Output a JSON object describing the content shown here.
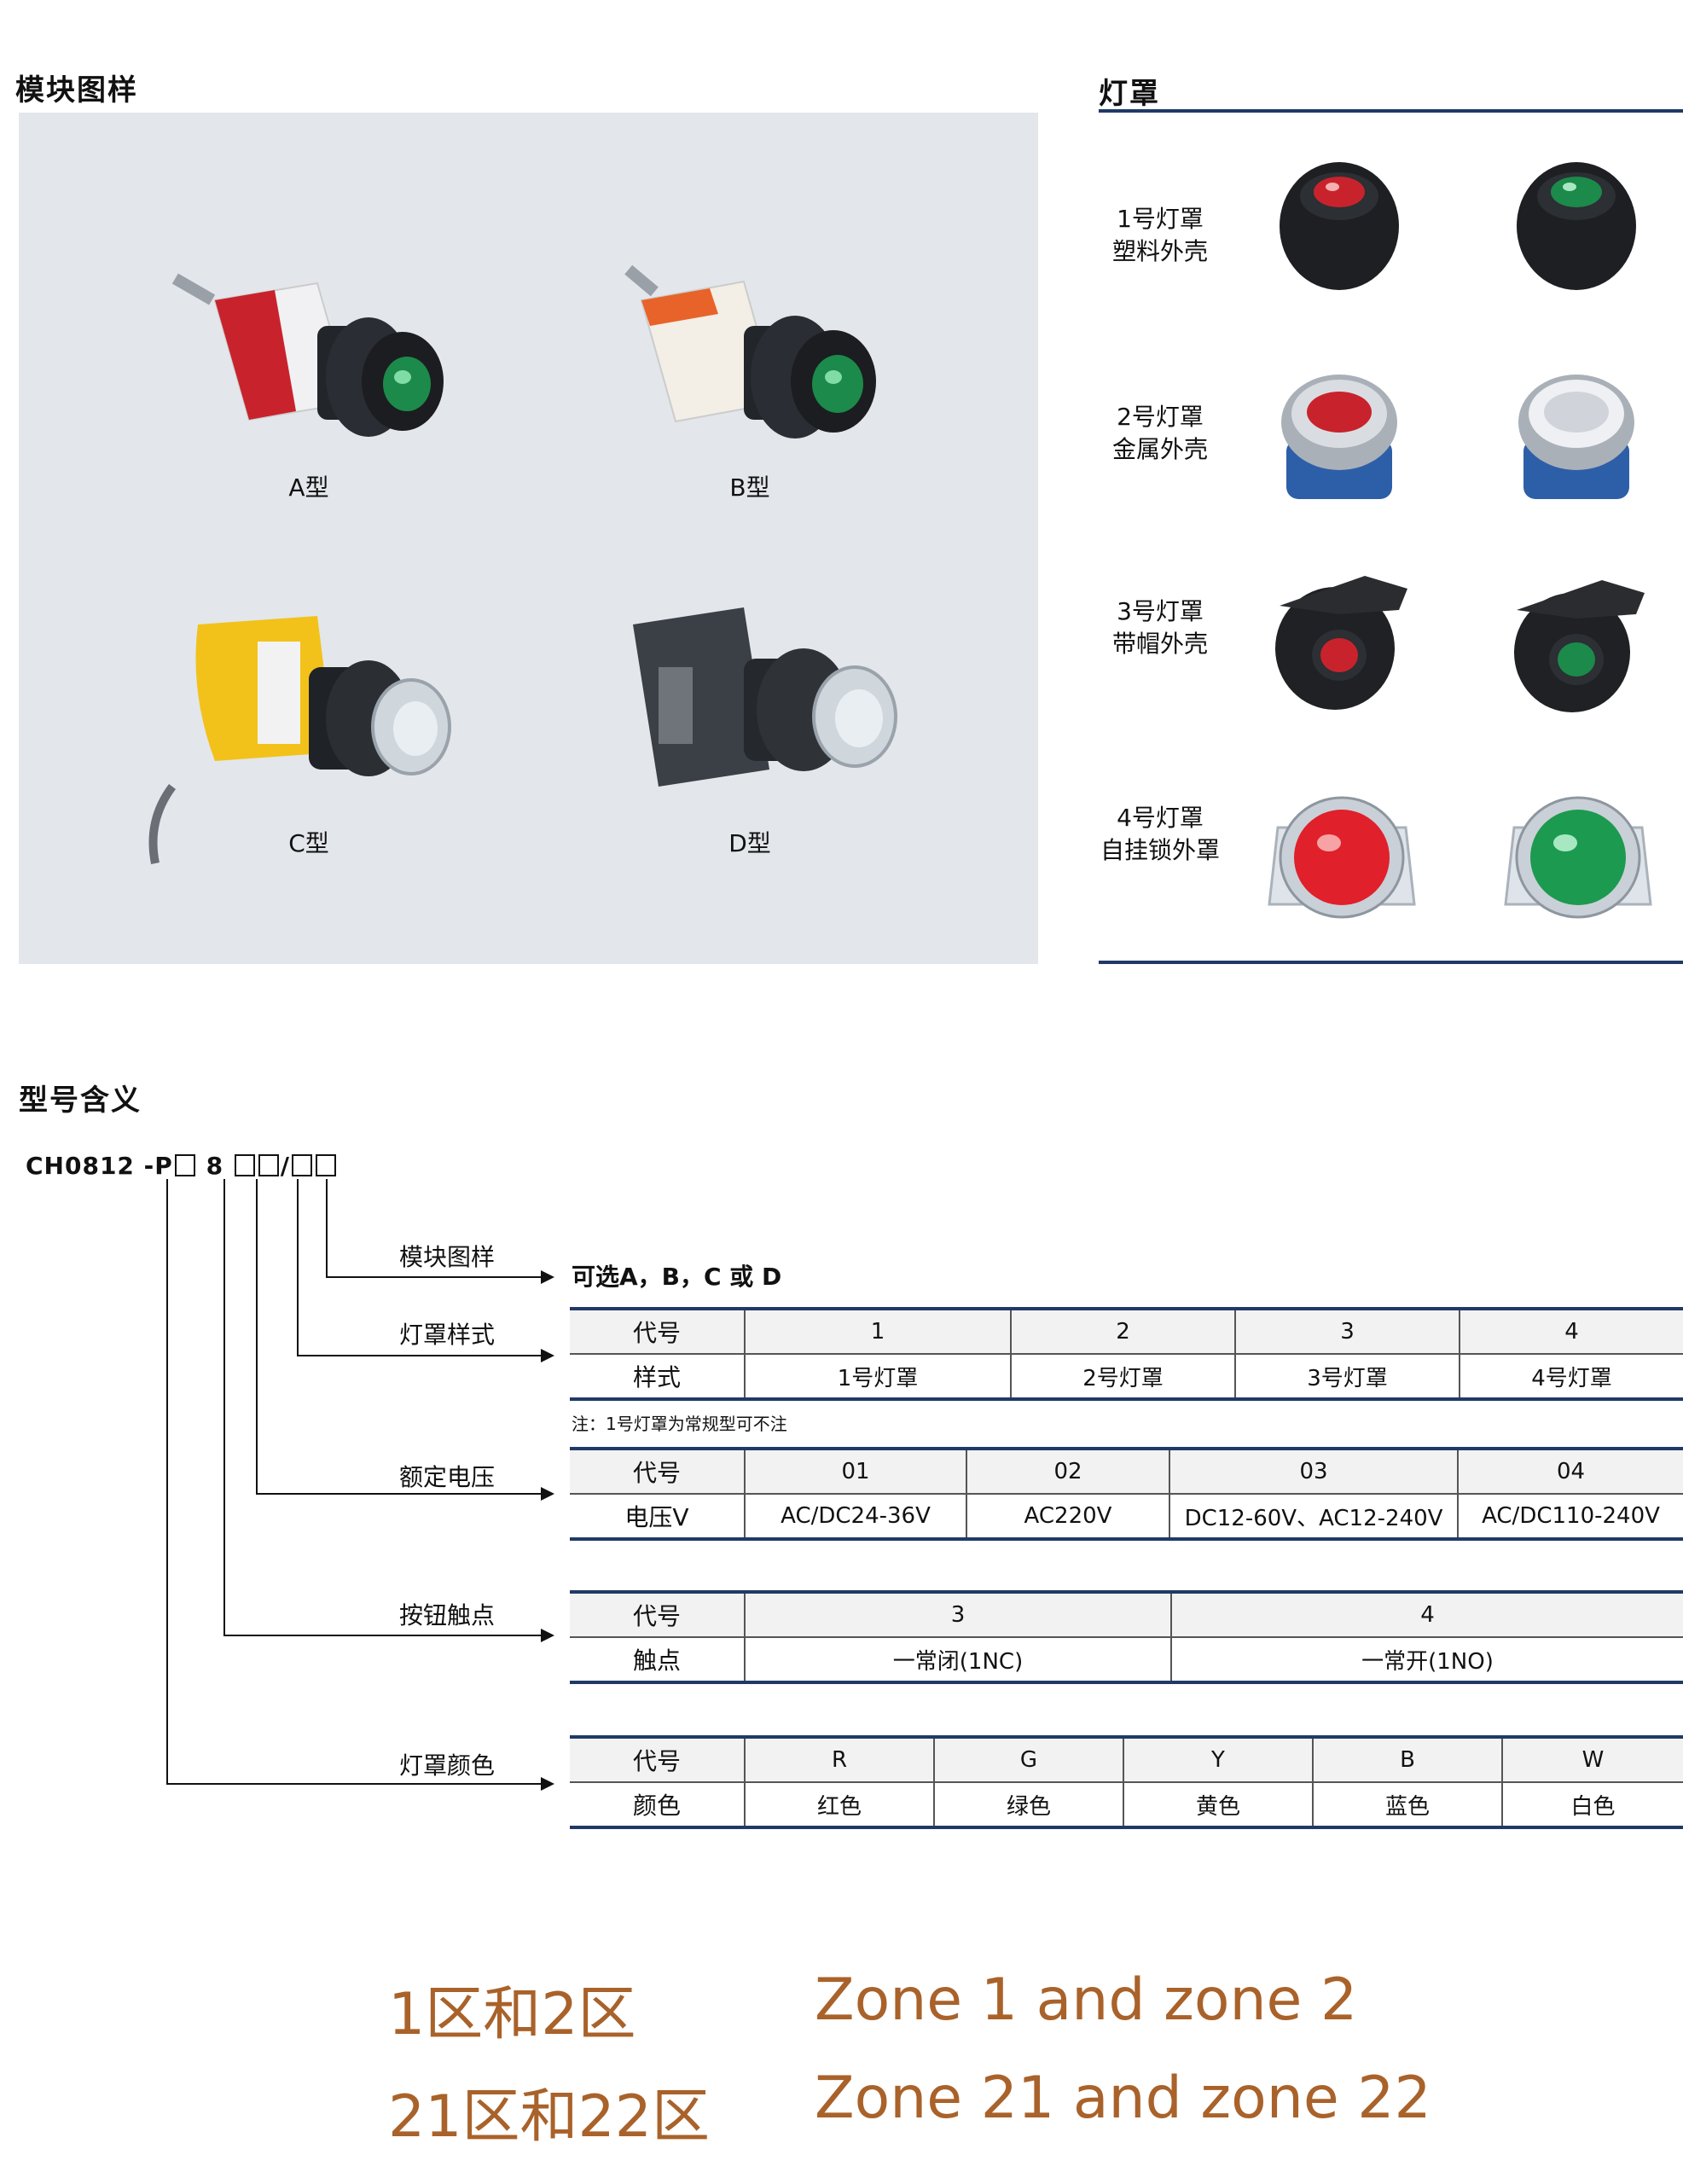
{
  "sections": {
    "module_title": "模块图样",
    "cover_title": "灯罩",
    "model_title": "型号含义"
  },
  "modules": [
    {
      "label": "A型",
      "band_color": "#c8232c"
    },
    {
      "label": "B型",
      "band_color": "#e8632a"
    },
    {
      "label": "C型",
      "band_color": "#f2c21a"
    },
    {
      "label": "D型",
      "band_color": "#3b3f46"
    }
  ],
  "covers": [
    {
      "line1": "1号灯罩",
      "line2": "塑料外壳",
      "colors": [
        "#c8232c",
        "#1c8a4a"
      ]
    },
    {
      "line1": "2号灯罩",
      "line2": "金属外壳",
      "colors": [
        "#c8232c",
        "#d0d4da"
      ]
    },
    {
      "line1": "3号灯罩",
      "line2": "带帽外壳",
      "colors": [
        "#c8232c",
        "#1c8a4a"
      ]
    },
    {
      "line1": "4号灯罩",
      "line2": "自挂锁外罩",
      "colors": [
        "#e0202a",
        "#1c9a50"
      ]
    }
  ],
  "model_code": {
    "prefix": "CH0812 -P",
    "mid": "8",
    "slash": "/"
  },
  "leaders": {
    "module": "模块图样",
    "style": "灯罩样式",
    "voltage": "额定电压",
    "contact": "按钮触点",
    "color": "灯罩颜色"
  },
  "module_option": "可选A，B，C 或 D",
  "style_table": {
    "code_label": "代号",
    "value_label": "样式",
    "codes": [
      "1",
      "2",
      "3",
      "4"
    ],
    "values": [
      "1号灯罩",
      "2号灯罩",
      "3号灯罩",
      "4号灯罩"
    ]
  },
  "style_note": "注：1号灯罩为常规型可不注",
  "voltage_table": {
    "code_label": "代号",
    "value_label": "电压V",
    "codes": [
      "01",
      "02",
      "03",
      "04"
    ],
    "values": [
      "AC/DC24-36V",
      "AC220V",
      "DC12-60V、AC12-240V",
      "AC/DC110-240V"
    ]
  },
  "contact_table": {
    "code_label": "代号",
    "value_label": "触点",
    "codes": [
      "3",
      "4"
    ],
    "values": [
      "一常闭(1NC)",
      "一常开(1NO)"
    ]
  },
  "color_table": {
    "code_label": "代号",
    "value_label": "颜色",
    "codes": [
      "R",
      "G",
      "Y",
      "B",
      "W"
    ],
    "values": [
      "红色",
      "绿色",
      "黄色",
      "蓝色",
      "白色"
    ]
  },
  "zones": {
    "cn1": "1区和2区",
    "en1": "Zone 1 and zone 2",
    "cn2": "21区和22区",
    "en2": "Zone 21 and zone 22"
  }
}
